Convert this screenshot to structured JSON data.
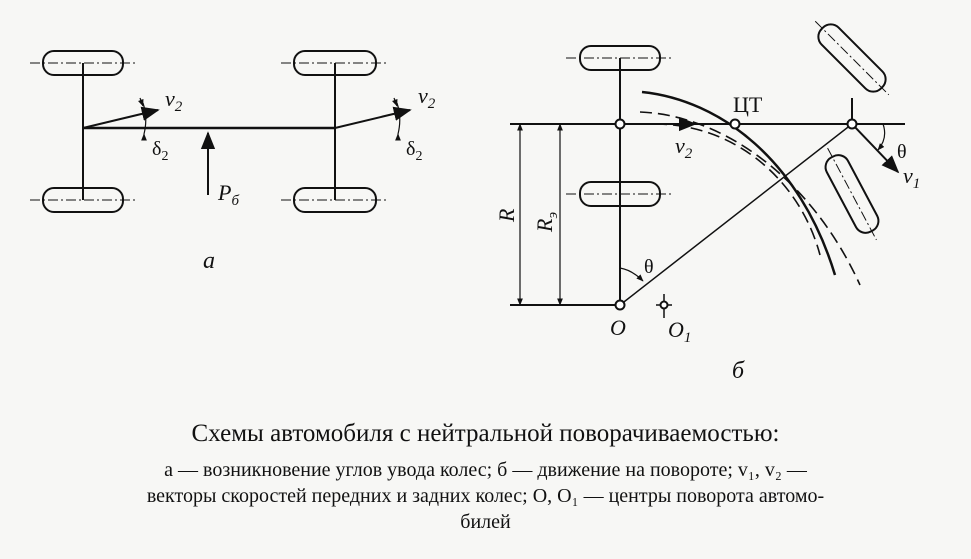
{
  "diagram_a": {
    "label_v2_left": "v",
    "label_v2_left_sub": "2",
    "label_v2_right": "v",
    "label_v2_right_sub": "2",
    "label_delta_left": "δ",
    "label_delta_left_sub": "2",
    "label_delta_right": "δ",
    "label_delta_right_sub": "2",
    "label_force": "P",
    "label_force_sub": "б",
    "sub_label": "а"
  },
  "diagram_b": {
    "label_ct": "ЦТ",
    "label_v2": "v",
    "label_v2_sub": "2",
    "label_v1": "v",
    "label_v1_sub": "1",
    "label_theta_top": "θ",
    "label_theta_bottom": "θ",
    "label_R": "R",
    "label_Re": "R",
    "label_Re_sub": "э",
    "label_O": "O",
    "label_O1": "O",
    "label_O1_sub": "1",
    "sub_label": "б"
  },
  "caption": {
    "title": "Схемы автомобиля с нейтральной поворачиваемостью:",
    "line1": "а — возникновение углов увода колес; б — движение на повороте; v₁, v₂ —",
    "line2": "векторы скоростей передних и задних колес; О, О₁ — центры поворота автомо-",
    "line3": "билей"
  }
}
